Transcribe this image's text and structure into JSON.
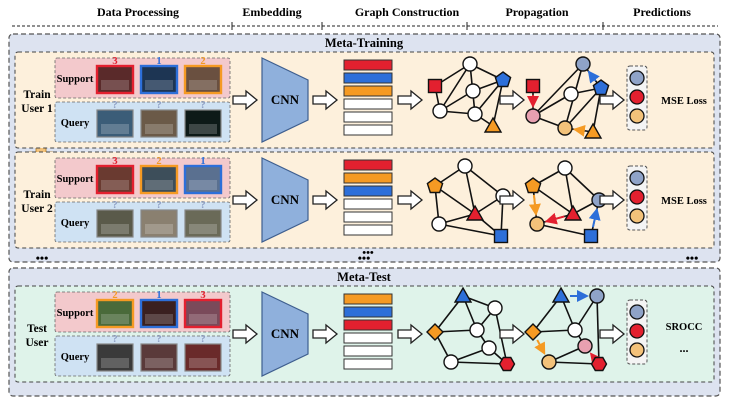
{
  "headers": {
    "data_processing": "Data Processing",
    "embedding": "Embedding",
    "graph_construction": "Graph Construction",
    "propagation": "Propagation",
    "predictions": "Predictions"
  },
  "sections": {
    "meta_training": "Meta-Training",
    "meta_test": "Meta-Test"
  },
  "labels": {
    "support": "Support",
    "query": "Query",
    "cnn": "CNN",
    "mse_loss": "MSE Loss",
    "srocc": "SROCC",
    "query_mark": "?",
    "ellipsis": "•••",
    "dots_vertical": "...",
    "srocc_dots": "..."
  },
  "rows": [
    {
      "user_line1": "Train",
      "user_line2": "User 1",
      "support_ranks": [
        "3",
        "1",
        "2"
      ],
      "support_colors": [
        "#e3202f",
        "#2d6fd9",
        "#f59a23"
      ],
      "output": "MSE Loss"
    },
    {
      "user_line1": "Train",
      "user_line2": "User 2",
      "support_ranks": [
        "3",
        "2",
        "1"
      ],
      "support_colors": [
        "#e3202f",
        "#f59a23",
        "#2d6fd9"
      ],
      "output": "MSE Loss"
    },
    {
      "user_line1": "Test",
      "user_line2": "User",
      "support_ranks": [
        "2",
        "1",
        "3"
      ],
      "support_colors": [
        "#f59a23",
        "#2d6fd9",
        "#e3202f"
      ],
      "output": "SROCC"
    }
  ],
  "colors": {
    "red": "#e3202f",
    "blue": "#2d6fd9",
    "orange": "#f59a23",
    "gray_blue": "#8fa3c8",
    "pink": "#e8a0b0",
    "light_orange": "#f3c27a",
    "cnn_fill": "#8fb0dc",
    "support_bg": "#f3c9cc",
    "query_bg": "#cfe2f3",
    "train_bg": "#fdf0dc",
    "test_bg": "#dff3ea",
    "outer_bg": "#dde3f0"
  }
}
